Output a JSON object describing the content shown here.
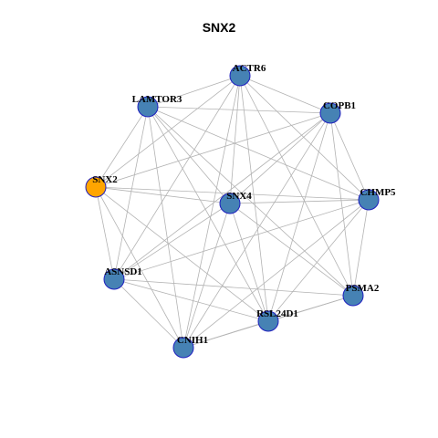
{
  "title": "SNX2",
  "colors": {
    "node_default": "#4682b4",
    "node_highlight": "#ffa500",
    "node_border": "#1f1fbf",
    "edge": "#b3b3b3"
  },
  "nodes": [
    {
      "id": "ACTR6",
      "label": "ACTR6",
      "highlight": false
    },
    {
      "id": "LAMTOR3",
      "label": "LAMTOR3",
      "highlight": false
    },
    {
      "id": "COPB1",
      "label": "COPB1",
      "highlight": false
    },
    {
      "id": "SNX2",
      "label": "SNX2",
      "highlight": true
    },
    {
      "id": "SNX4",
      "label": "SNX4",
      "highlight": false
    },
    {
      "id": "CHMP5",
      "label": "CHMP5",
      "highlight": false
    },
    {
      "id": "ASNSD1",
      "label": "ASNSD1",
      "highlight": false
    },
    {
      "id": "PSMA2",
      "label": "PSMA2",
      "highlight": false
    },
    {
      "id": "RSL24D1",
      "label": "RSL24D1",
      "highlight": false
    },
    {
      "id": "CNIH1",
      "label": "CNIH1",
      "highlight": false
    }
  ],
  "edges": [
    [
      "ACTR6",
      "LAMTOR3"
    ],
    [
      "ACTR6",
      "COPB1"
    ],
    [
      "ACTR6",
      "SNX2"
    ],
    [
      "ACTR6",
      "SNX4"
    ],
    [
      "ACTR6",
      "CHMP5"
    ],
    [
      "ACTR6",
      "ASNSD1"
    ],
    [
      "ACTR6",
      "PSMA2"
    ],
    [
      "ACTR6",
      "RSL24D1"
    ],
    [
      "ACTR6",
      "CNIH1"
    ],
    [
      "LAMTOR3",
      "COPB1"
    ],
    [
      "LAMTOR3",
      "SNX2"
    ],
    [
      "LAMTOR3",
      "SNX4"
    ],
    [
      "LAMTOR3",
      "CHMP5"
    ],
    [
      "LAMTOR3",
      "ASNSD1"
    ],
    [
      "LAMTOR3",
      "PSMA2"
    ],
    [
      "LAMTOR3",
      "RSL24D1"
    ],
    [
      "LAMTOR3",
      "CNIH1"
    ],
    [
      "COPB1",
      "SNX2"
    ],
    [
      "COPB1",
      "SNX4"
    ],
    [
      "COPB1",
      "CHMP5"
    ],
    [
      "COPB1",
      "ASNSD1"
    ],
    [
      "COPB1",
      "PSMA2"
    ],
    [
      "COPB1",
      "RSL24D1"
    ],
    [
      "COPB1",
      "CNIH1"
    ],
    [
      "SNX2",
      "SNX4"
    ],
    [
      "SNX2",
      "CHMP5"
    ],
    [
      "SNX2",
      "ASNSD1"
    ],
    [
      "SNX2",
      "RSL24D1"
    ],
    [
      "SNX2",
      "CNIH1"
    ],
    [
      "SNX4",
      "CHMP5"
    ],
    [
      "SNX4",
      "ASNSD1"
    ],
    [
      "SNX4",
      "PSMA2"
    ],
    [
      "SNX4",
      "RSL24D1"
    ],
    [
      "SNX4",
      "CNIH1"
    ],
    [
      "CHMP5",
      "ASNSD1"
    ],
    [
      "CHMP5",
      "PSMA2"
    ],
    [
      "CHMP5",
      "RSL24D1"
    ],
    [
      "CHMP5",
      "CNIH1"
    ],
    [
      "ASNSD1",
      "PSMA2"
    ],
    [
      "ASNSD1",
      "RSL24D1"
    ],
    [
      "ASNSD1",
      "CNIH1"
    ],
    [
      "PSMA2",
      "RSL24D1"
    ],
    [
      "PSMA2",
      "CNIH1"
    ],
    [
      "RSL24D1",
      "CNIH1"
    ]
  ]
}
